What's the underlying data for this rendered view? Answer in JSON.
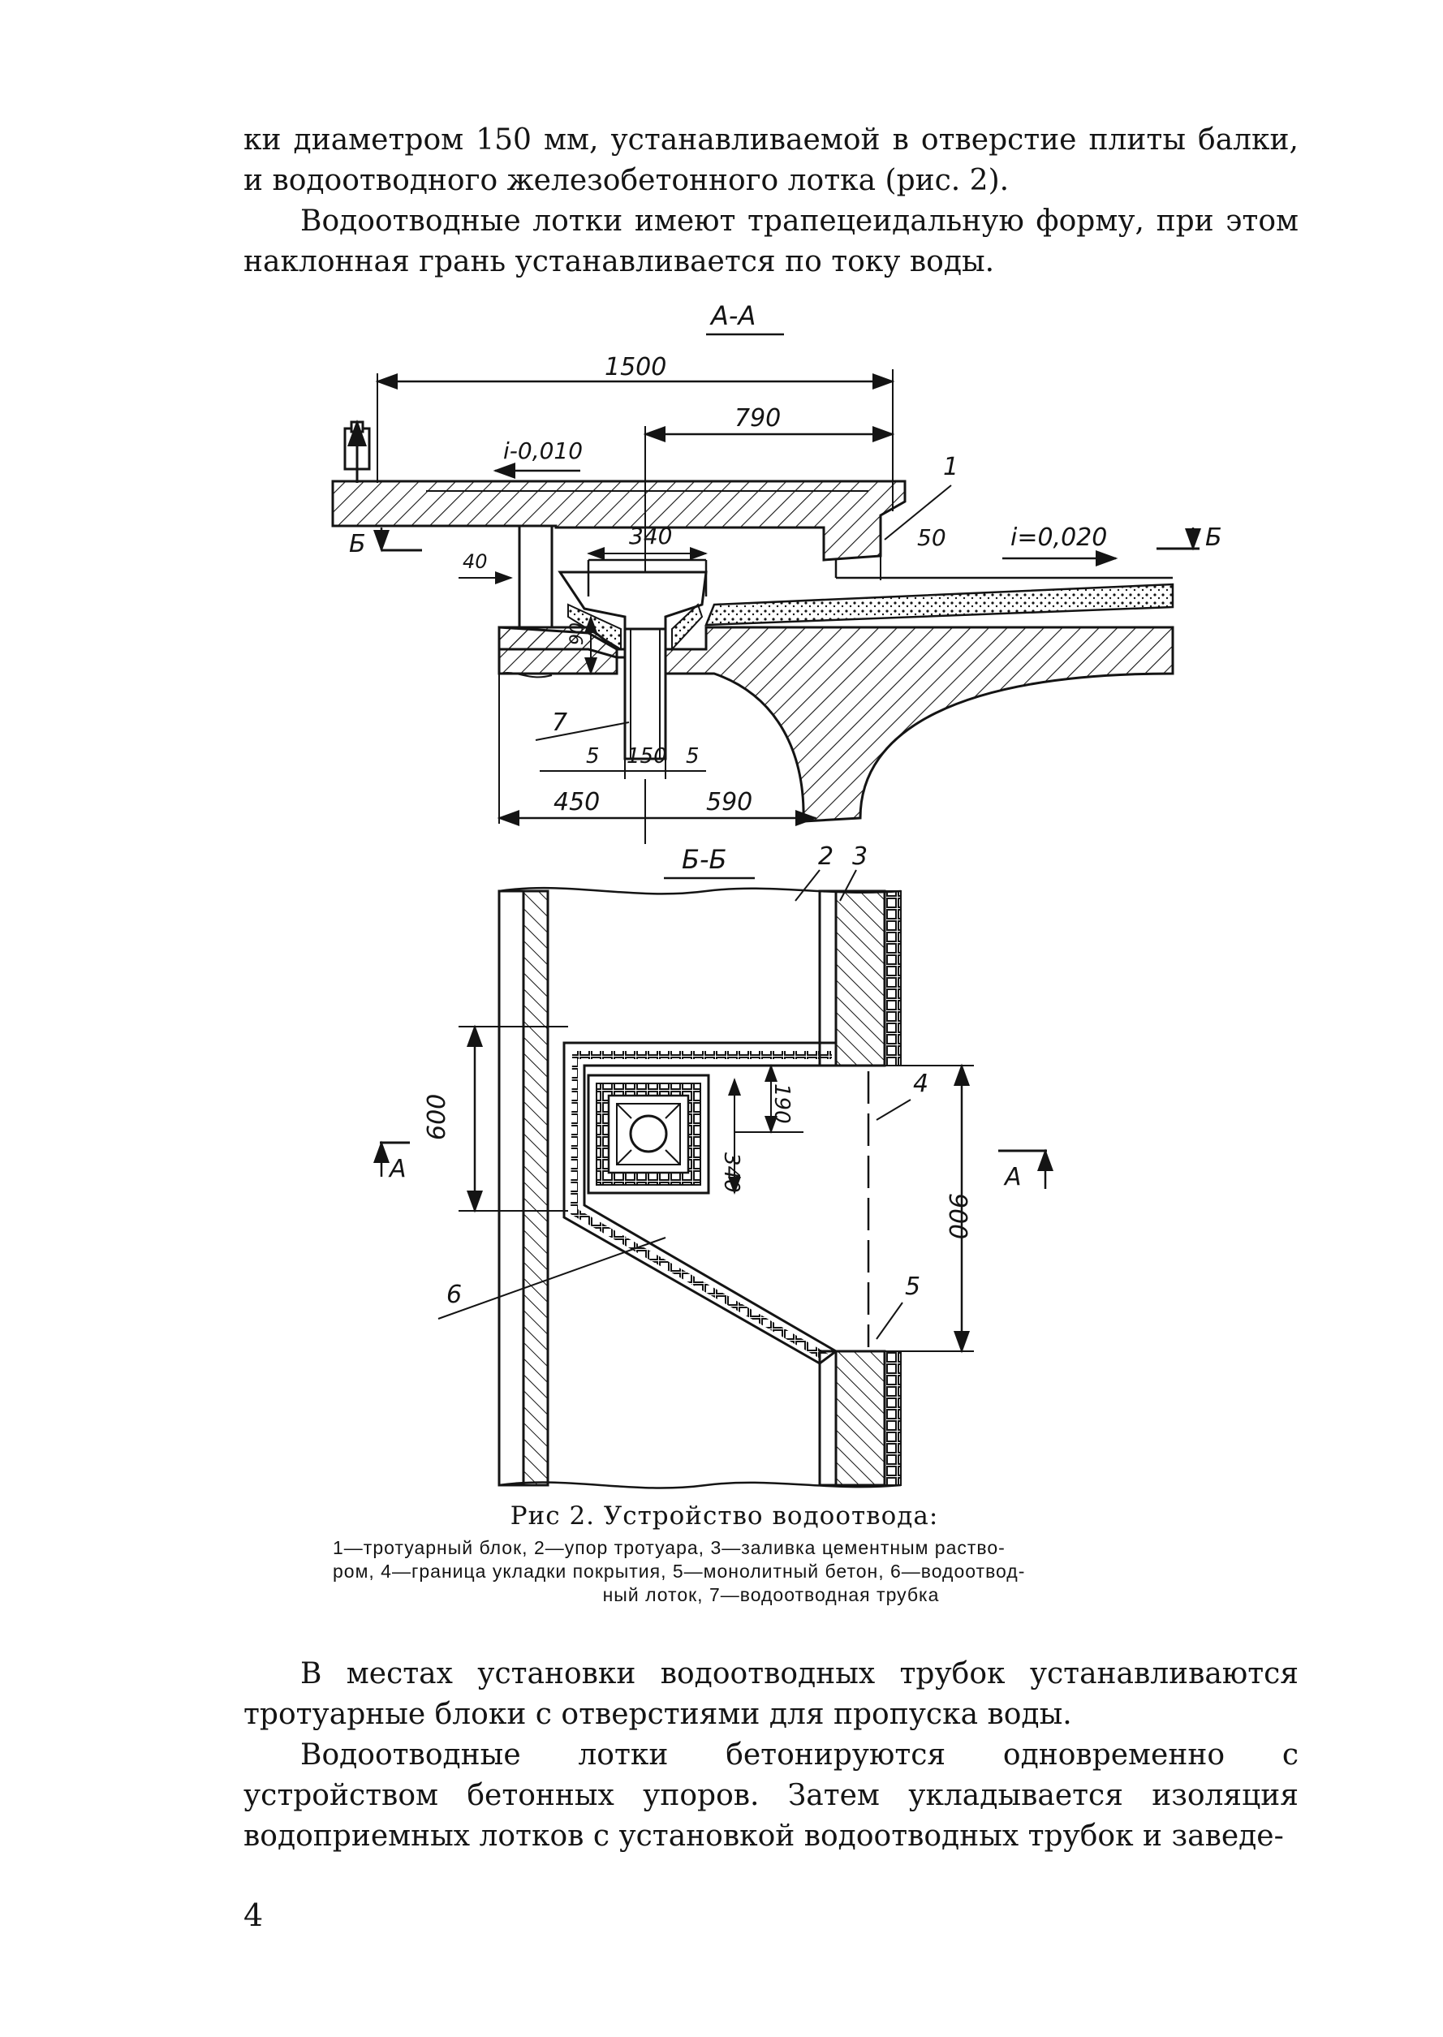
{
  "paragraphs": [
    "ки диаметром 150 мм, устанавливаемой в отверстие плиты балки, и водоотводного железобетонного лотка (рис. 2).",
    "Водоотводные лотки имеют трапецеидальную форму, при этом наклонная грань устанавливается по току воды.",
    "В местах установки водоотводных трубок устанавливаются тротуарные блоки с отверстиями для пропуска воды.",
    "Водоотводные лотки бетонируются одновременно с устройством бетонных упоров. Затем укладывается изоляция водоприемных лотков с установкой водоотводных трубок и заведе-"
  ],
  "figure": {
    "caption": "Рис 2. Устройство водоотвода:",
    "legend": [
      "1—тротуарный блок, 2—упор тротуара, 3—заливка цементным раство-",
      "ром, 4—граница укладки покрытия, 5—монолитный бетон, 6—водоотвод-",
      "ный лоток, 7—водоотводная трубка"
    ],
    "section_aa": {
      "title": "А-А",
      "dims": [
        "1500",
        "790",
        "340",
        "50",
        "40",
        "90",
        "5",
        "150",
        "5",
        "450",
        "590"
      ],
      "slopes": [
        "i-0,010",
        "i=0,020"
      ],
      "cut_mark": "Б",
      "callouts": [
        "1",
        "7"
      ]
    },
    "section_bb": {
      "title": "Б-Б",
      "dims": [
        "600",
        "190",
        "340",
        "900"
      ],
      "cut_mark": "А",
      "callouts": [
        "2",
        "3",
        "4",
        "5",
        "6"
      ]
    }
  },
  "page_number": "4"
}
